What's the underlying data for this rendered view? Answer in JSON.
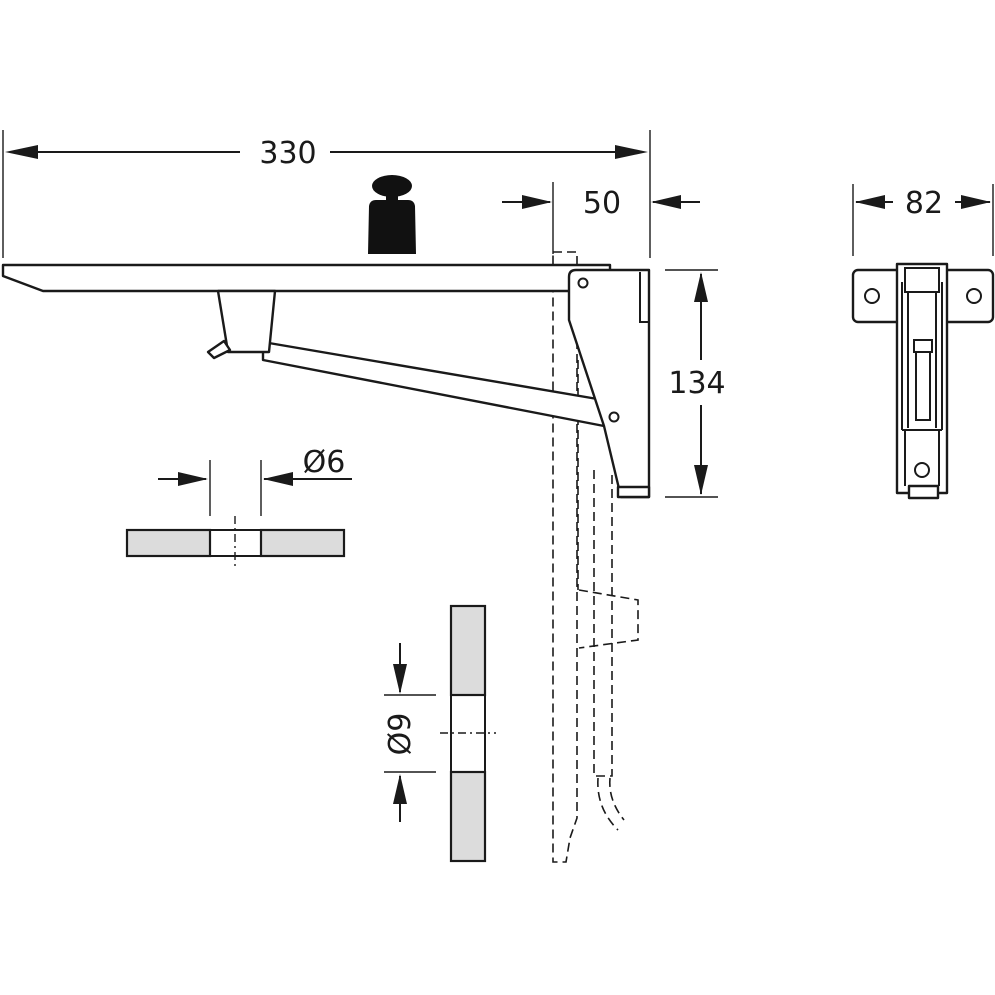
{
  "dimensions": {
    "total_length": "330",
    "depth": "50",
    "width": "82",
    "height": "134",
    "hole_small": "Ø6",
    "hole_large": "Ø9"
  },
  "colors": {
    "line": "#1a1a1a",
    "fill": "#ffffff",
    "section_gray": "#dcdcdc",
    "weight": "#111111"
  },
  "icons": {
    "weight": "weight-icon"
  }
}
